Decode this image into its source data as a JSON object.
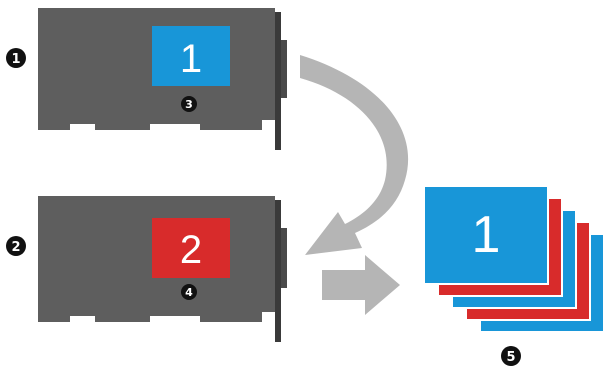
{
  "colors": {
    "card_body": "#5e5e5e",
    "card_edge": "#8a8a8a",
    "bracket": "#3a3a3a",
    "gpu1": "#1896d8",
    "gpu2": "#d82b2b",
    "arrow": "#b5b5b5",
    "badge": "#111111"
  },
  "steps": {
    "s1": "1",
    "s2": "2",
    "s3": "3",
    "s4": "4",
    "s5": "5"
  },
  "cards": {
    "card1_label": "1",
    "card2_label": "2"
  },
  "frames": {
    "front_label": "1",
    "stack_colors": [
      "#1896d8",
      "#d82b2b",
      "#1896d8",
      "#d82b2b",
      "#1896d8"
    ]
  },
  "icons": {
    "curved_arrow": "curved-arrow-icon",
    "straight_arrow": "right-arrow-icon"
  }
}
